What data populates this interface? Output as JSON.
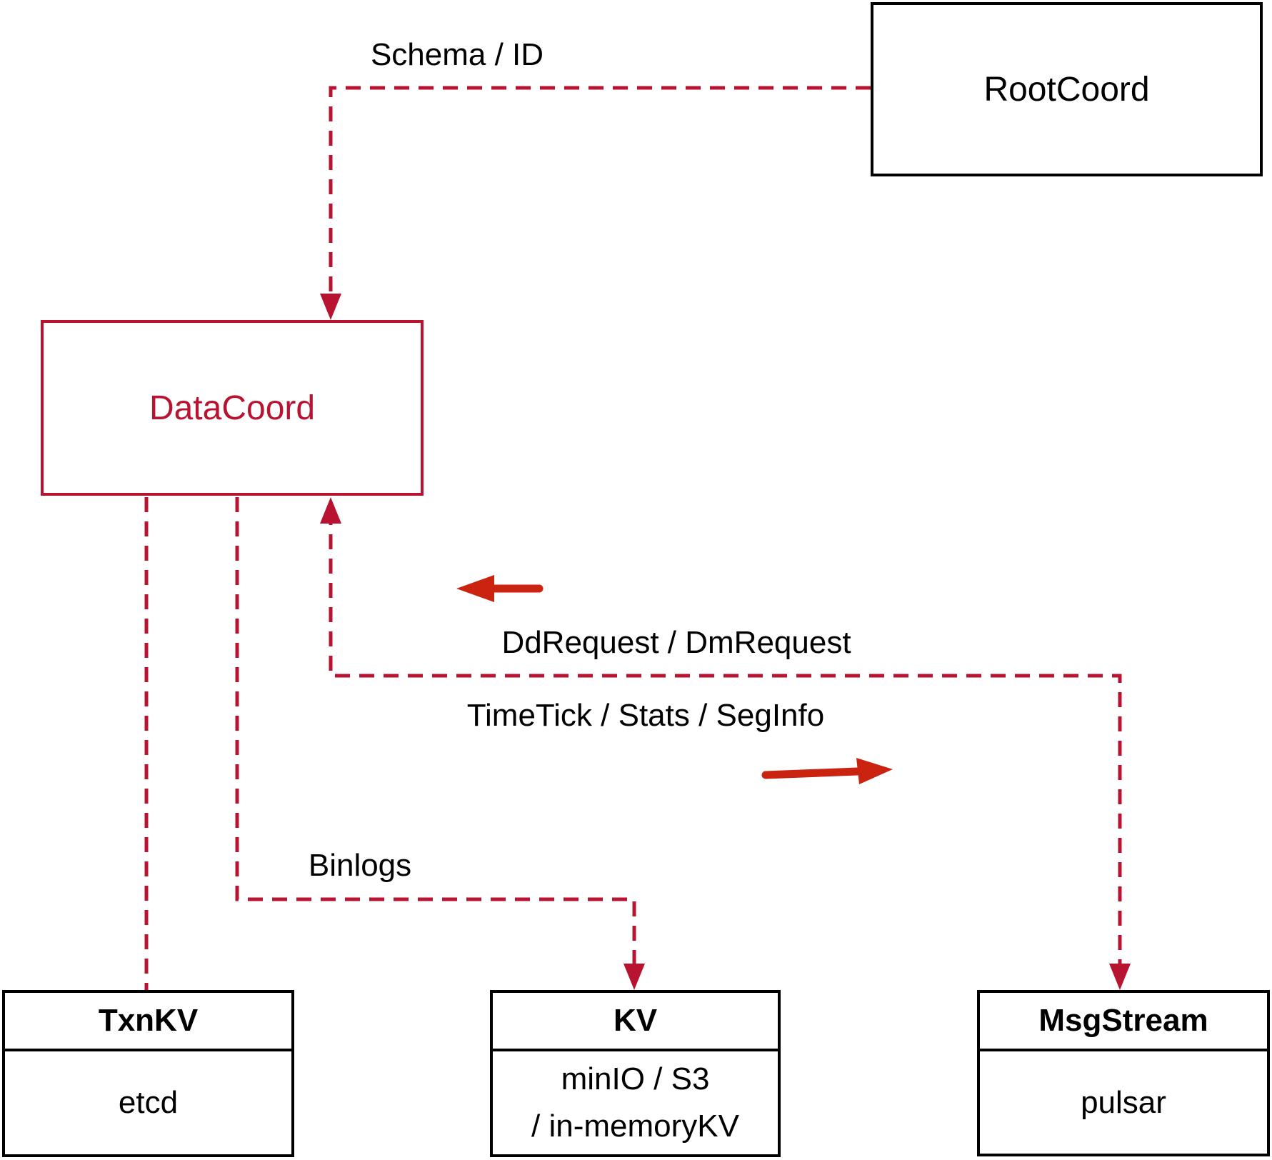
{
  "diagram": {
    "nodes": {
      "root_coord": {
        "label": "RootCoord"
      },
      "data_coord": {
        "label": "DataCoord"
      },
      "txn_kv": {
        "title": "TxnKV",
        "body": "etcd"
      },
      "kv": {
        "title": "KV",
        "body_line1": "minIO / S3",
        "body_line2": "/ in-memoryKV"
      },
      "msg_stream": {
        "title": "MsgStream",
        "body": "pulsar"
      }
    },
    "edge_labels": {
      "schema_id": "Schema / ID",
      "dd_request": "DdRequest / DmRequest",
      "timetick": "TimeTick / Stats / SegInfo",
      "binlogs": "Binlogs"
    },
    "colors": {
      "dashed_line": "#b81431",
      "solid_arrow": "#ca2310",
      "box_border": "#000000",
      "text": "#000000"
    }
  }
}
